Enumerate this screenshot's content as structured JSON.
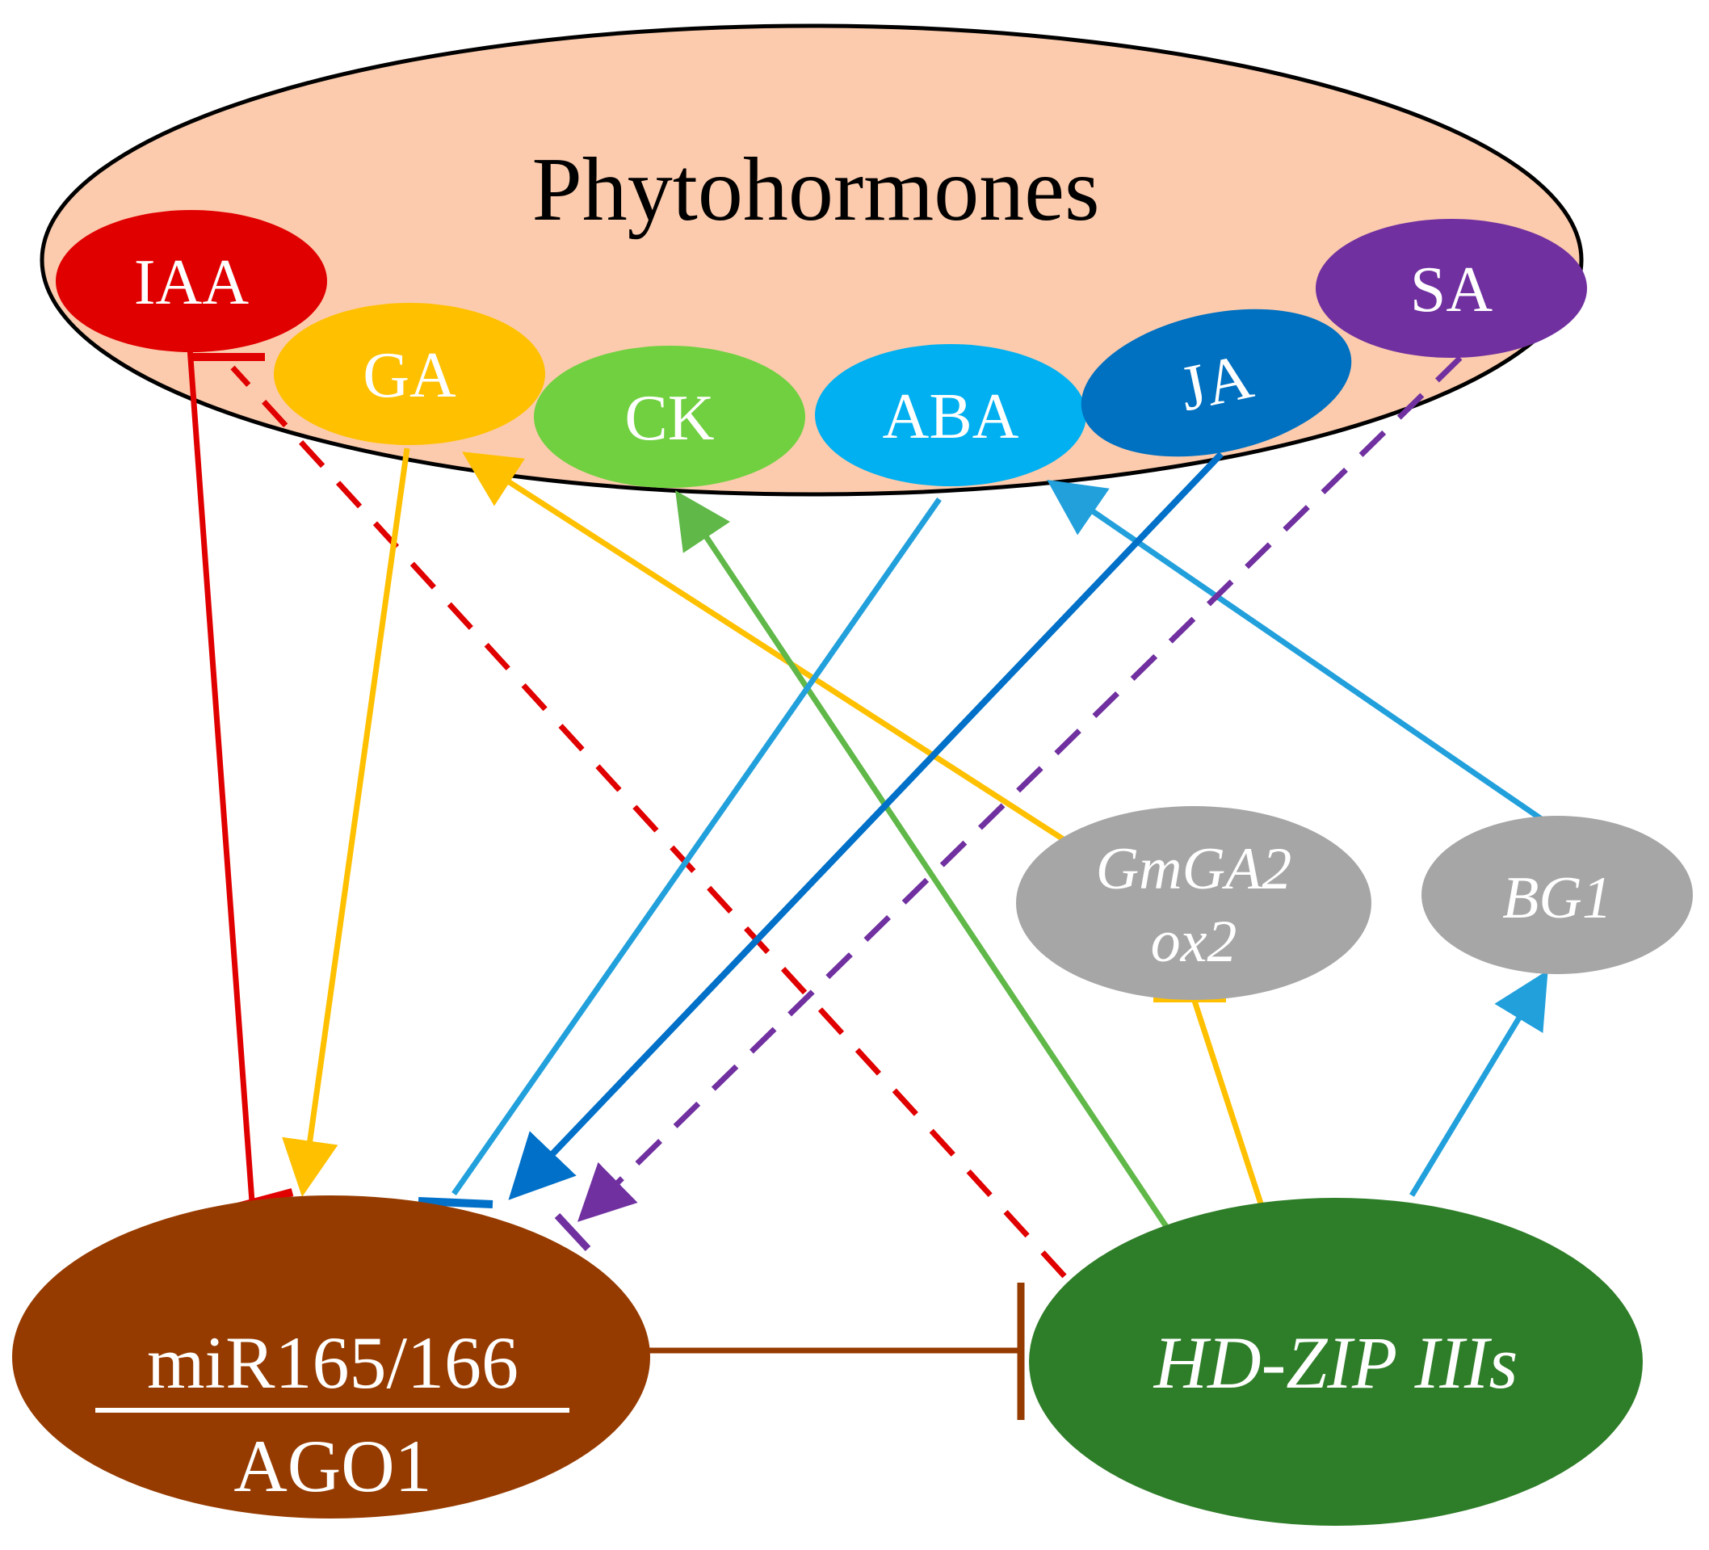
{
  "title": "Phytohormones",
  "colors": {
    "phytohormones_fill": "#FCCBAD",
    "iaa": "#E00000",
    "ga": "#FFC000",
    "ck": "#70D040",
    "aba": "#00B0F0",
    "ja": "#0070C0",
    "sa": "#7030A0",
    "gray": "#A6A6A6",
    "mirna": "#963B00",
    "hdzip": "#2E7D28",
    "ago_text": "#D0D0D0",
    "ck_line": "#5FB848",
    "aba_line": "#22A0DC",
    "ja_line": "#0070C8"
  },
  "nodes": {
    "iaa": "IAA",
    "ga": "GA",
    "ck": "CK",
    "aba": "ABA",
    "ja": "JA",
    "sa": "SA",
    "gmga2_line1": "GmGA2",
    "gmga2_line2": "ox2",
    "bg1": "BG1",
    "mirna": "miR165/166",
    "ago1": "AGO1",
    "hdzip": "HD-ZIP IIIs"
  },
  "edges": [
    {
      "from": "IAA",
      "to": "miR165/166/AGO1",
      "type": "inhibition",
      "style": "solid",
      "color": "iaa"
    },
    {
      "from": "HD-ZIP IIIs",
      "to": "IAA",
      "type": "inhibition",
      "style": "dashed",
      "color": "iaa"
    },
    {
      "from": "GA",
      "to": "miR165/166/AGO1",
      "type": "activation",
      "style": "solid",
      "color": "ga"
    },
    {
      "from": "GmGA2ox2",
      "to": "GA",
      "type": "activation",
      "style": "solid",
      "color": "ga"
    },
    {
      "from": "HD-ZIP IIIs",
      "to": "GmGA2ox2",
      "type": "inhibition",
      "style": "solid",
      "color": "ga"
    },
    {
      "from": "HD-ZIP IIIs",
      "to": "CK",
      "type": "activation",
      "style": "solid",
      "color": "ck_line"
    },
    {
      "from": "ABA",
      "to": "miR165/166/AGO1",
      "type": "inhibition",
      "style": "solid",
      "color": "aba_line"
    },
    {
      "from": "BG1",
      "to": "ABA",
      "type": "activation",
      "style": "solid",
      "color": "aba_line"
    },
    {
      "from": "HD-ZIP IIIs",
      "to": "BG1",
      "type": "activation",
      "style": "solid",
      "color": "aba_line"
    },
    {
      "from": "JA",
      "to": "miR165/166/AGO1",
      "type": "activation",
      "style": "solid",
      "color": "ja_line"
    },
    {
      "from": "SA",
      "to": "miR165/166/AGO1",
      "type": "activation",
      "style": "dashed",
      "color": "sa"
    },
    {
      "from": "miR165/166/AGO1",
      "to": "HD-ZIP IIIs",
      "type": "inhibition",
      "style": "solid",
      "color": "mirna"
    }
  ]
}
